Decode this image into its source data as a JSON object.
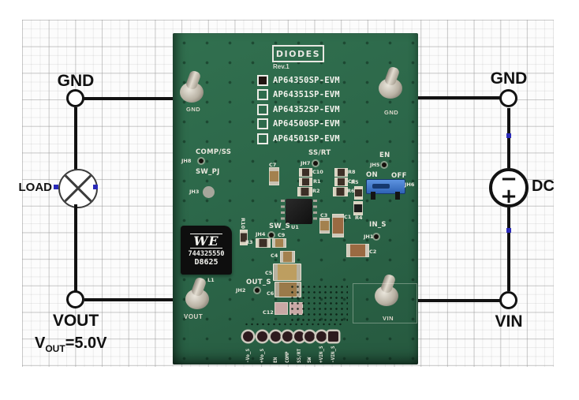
{
  "schematic": {
    "left": {
      "top_label": "GND",
      "load_label": "LOAD",
      "bottom_label": "VOUT",
      "value_v": "V",
      "value_sub": "OUT",
      "value_rest": "=5.0V"
    },
    "right": {
      "top_label": "GND",
      "dc_label": "DC",
      "minus": "−",
      "plus": "+",
      "bottom_label": "VIN"
    }
  },
  "board": {
    "logo_text": "DIODES",
    "rev": "Rev.1",
    "models": [
      {
        "label": "AP64350SP-EVM",
        "checked": true
      },
      {
        "label": "AP64351SP-EVM",
        "checked": false
      },
      {
        "label": "AP64352SP-EVM",
        "checked": false
      },
      {
        "label": "AP64500SP-EVM",
        "checked": false
      },
      {
        "label": "AP64501SP-EVM",
        "checked": false
      }
    ],
    "posts": {
      "gnd_left": "GND",
      "gnd_right": "GND",
      "vout": "VOUT",
      "vin": "VIN"
    },
    "inductor": {
      "brand": "WE",
      "part": "744325550",
      "lot": "D8625",
      "designator": "L1"
    },
    "silk": {
      "comp_ss": "COMP/SS",
      "jh8": "JH8",
      "sw_pj": "SW_PJ",
      "jh3": "JH3",
      "ss_rt": "SS/RT",
      "jh7": "JH7",
      "en": "EN",
      "jh5": "JH5",
      "on": "ON",
      "off": "OFF",
      "jh6": "JH6",
      "r5": "R5",
      "r4": "R4",
      "c7": "C7",
      "c10": "C10",
      "r1": "R1",
      "r2": "R2",
      "r8": "R8",
      "c8": "C8",
      "r6": "R6",
      "r10": "R10",
      "sw_s": "SW_S",
      "u1": "U1",
      "jh4": "JH4",
      "c9": "C9",
      "r3": "R3",
      "c3": "C3",
      "c1": "C1",
      "c2": "C2",
      "in_s": "IN_S",
      "jh1": "JH1",
      "c4": "C4",
      "c5": "C5",
      "out_s": "OUT_S",
      "jh2": "JH2",
      "c6": "C6",
      "c12": "C12",
      "l1": "L1"
    },
    "bottom_pins": [
      "-Vo_S",
      "+Vo_S",
      "EN",
      "COMP",
      "SS/RT",
      "SW",
      "+VIN_S",
      "-VIN_S"
    ]
  },
  "colors": {
    "pcb_green": "#2d6749",
    "jumper_blue": "#3d76cc",
    "wire_black": "#121212",
    "junction_blue": "#2a2ab8"
  }
}
